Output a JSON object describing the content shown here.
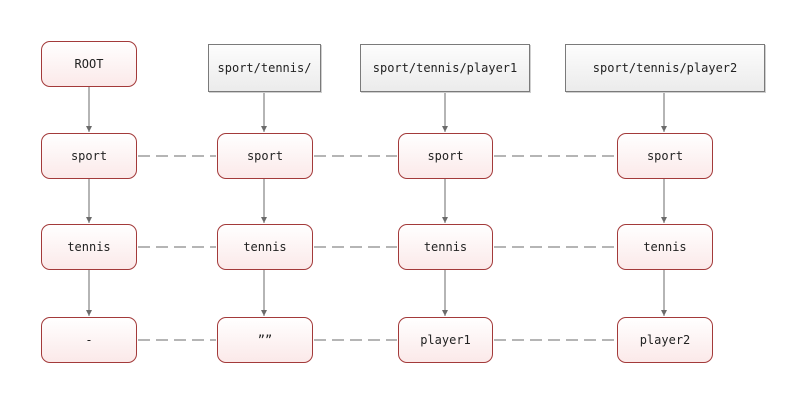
{
  "headers": {
    "root": "ROOT",
    "col2": "sport/tennis/",
    "col3": "sport/tennis/player1",
    "col4": "sport/tennis/player2"
  },
  "levels": {
    "col1": [
      "sport",
      "tennis",
      "-"
    ],
    "col2": [
      "sport",
      "tennis",
      "””"
    ],
    "col3": [
      "sport",
      "tennis",
      "player1"
    ],
    "col4": [
      "sport",
      "tennis",
      "player2"
    ]
  },
  "colors": {
    "node_border": "#a33a3a",
    "header_border": "#7a7a7a",
    "connector": "#6b6b6b"
  }
}
